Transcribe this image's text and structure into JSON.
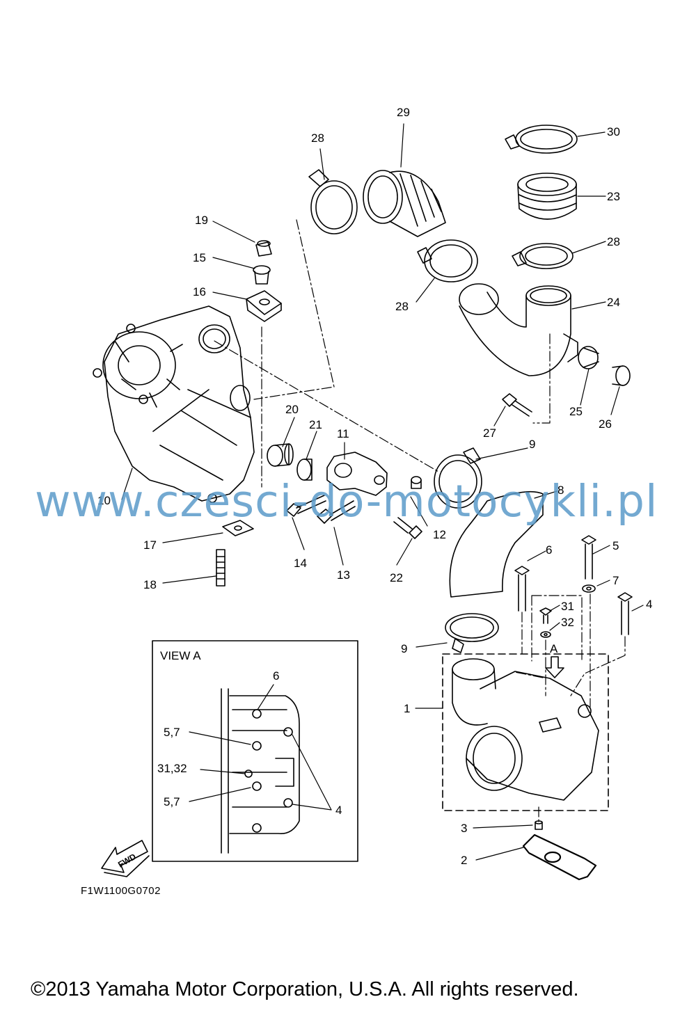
{
  "callouts": {
    "c1": "1",
    "c2": "2",
    "c3": "3",
    "c4": "4",
    "c5": "5",
    "c6": "6",
    "c7": "7",
    "c8": "8",
    "c9a": "9",
    "c9b": "9",
    "c10": "10",
    "c11": "11",
    "c12": "12",
    "c13": "13",
    "c14": "14",
    "c15": "15",
    "c16": "16",
    "c17": "17",
    "c18": "18",
    "c19": "19",
    "c20": "20",
    "c21": "21",
    "c22": "22",
    "c23": "23",
    "c24": "24",
    "c25": "25",
    "c26": "26",
    "c27": "27",
    "c28a": "28",
    "c28b": "28",
    "c28c": "28",
    "c29": "29",
    "c30": "30",
    "c31": "31",
    "c32": "32",
    "arrowA": "A"
  },
  "view_a": {
    "title": "VIEW A",
    "l6": "6",
    "l57a": "5,7",
    "l3132": "31,32",
    "l57b": "5,7",
    "l4": "4"
  },
  "fwd": "FWD",
  "diagram_code": "F1W1100G0702",
  "watermark": "www.czesci-do-motocykli.pl",
  "copyright": "©2013 Yamaha Motor Corporation, U.S.A. All rights reserved."
}
